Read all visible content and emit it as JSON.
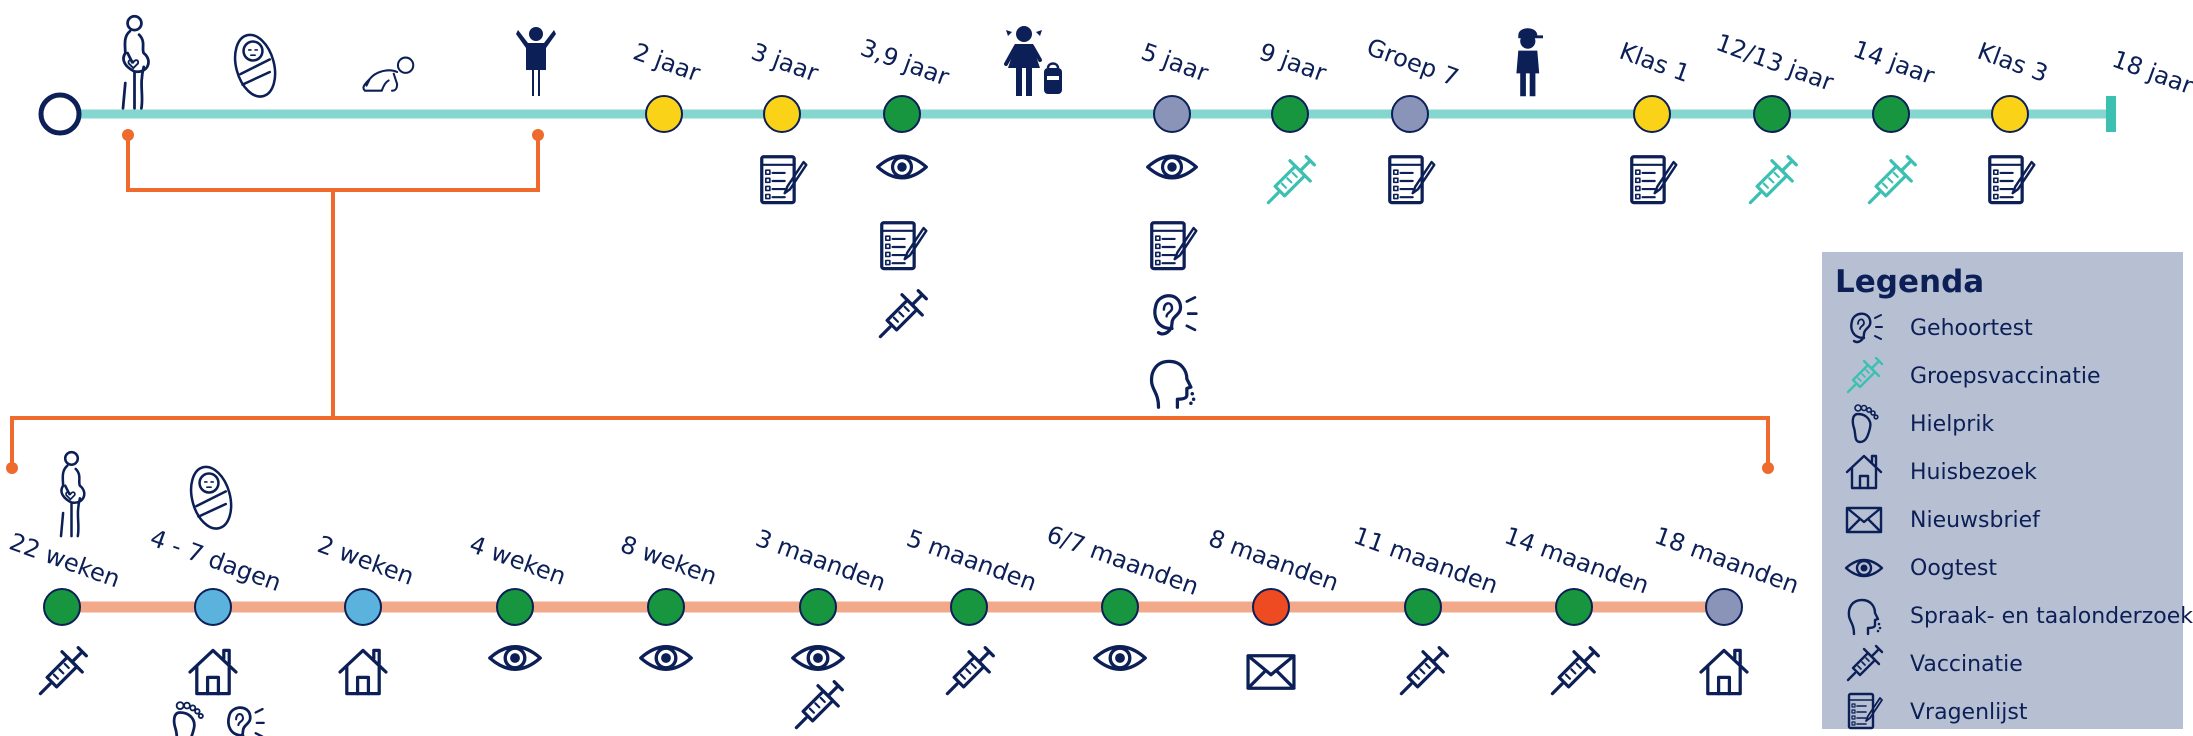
{
  "colors": {
    "navy": "#0c1f56",
    "teal_line": "#86d6d0",
    "salmon_line": "#f2a989",
    "orange_bracket": "#ee6a2d",
    "yellow": "#fad318",
    "green": "#17953f",
    "grey": "#8a94b8",
    "light_blue": "#5bb3dd",
    "red_orange": "#ee4b23",
    "group_vaccination": "#3cc0b2",
    "legend_bg": "#b7c0d3"
  },
  "top_timeline": {
    "end_label": "18 jaar",
    "figures": [
      "pregnant-woman-icon",
      "newborn-icon",
      "crawling-baby-icon",
      "toddler-icon",
      "schoolgirl-icon",
      "boy-icon"
    ],
    "milestones": [
      {
        "label": "2 jaar",
        "color": "yellow",
        "icons": []
      },
      {
        "label": "3 jaar",
        "color": "yellow",
        "icons": [
          "vragenlijst"
        ]
      },
      {
        "label": "3,9 jaar",
        "color": "green",
        "icons": [
          "oogtest",
          "vragenlijst",
          "vaccinatie"
        ]
      },
      {
        "label": "5 jaar",
        "color": "grey",
        "icons": [
          "oogtest",
          "vragenlijst",
          "gehoortest",
          "spraak"
        ]
      },
      {
        "label": "9 jaar",
        "color": "green",
        "icons": [
          "groepsvaccinatie"
        ]
      },
      {
        "label": "Groep 7",
        "color": "grey",
        "icons": [
          "vragenlijst"
        ]
      },
      {
        "label": "Klas 1",
        "color": "yellow",
        "icons": [
          "vragenlijst"
        ]
      },
      {
        "label": "12/13 jaar",
        "color": "green",
        "icons": [
          "groepsvaccinatie"
        ]
      },
      {
        "label": "14 jaar",
        "color": "green",
        "icons": [
          "groepsvaccinatie"
        ]
      },
      {
        "label": "Klas 3",
        "color": "yellow",
        "icons": [
          "vragenlijst"
        ]
      }
    ]
  },
  "bottom_timeline": {
    "figures": [
      "pregnant-woman-icon",
      "newborn-icon"
    ],
    "milestones": [
      {
        "label": "22 weken",
        "color": "green",
        "icons": [
          "vaccinatie"
        ]
      },
      {
        "label": "4 - 7 dagen",
        "color": "light_blue",
        "icons": [
          "huisbezoek",
          "hielprik",
          "gehoortest"
        ]
      },
      {
        "label": "2 weken",
        "color": "light_blue",
        "icons": [
          "huisbezoek"
        ]
      },
      {
        "label": "4 weken",
        "color": "green",
        "icons": [
          "oogtest"
        ]
      },
      {
        "label": "8 weken",
        "color": "green",
        "icons": [
          "oogtest"
        ]
      },
      {
        "label": "3 maanden",
        "color": "green",
        "icons": [
          "oogtest",
          "vaccinatie"
        ]
      },
      {
        "label": "5 maanden",
        "color": "green",
        "icons": [
          "vaccinatie"
        ]
      },
      {
        "label": "6/7 maanden",
        "color": "green",
        "icons": [
          "oogtest"
        ]
      },
      {
        "label": "8 maanden",
        "color": "red_orange",
        "icons": [
          "nieuwsbrief"
        ]
      },
      {
        "label": "11 maanden",
        "color": "green",
        "icons": [
          "vaccinatie"
        ]
      },
      {
        "label": "14 maanden",
        "color": "green",
        "icons": [
          "vaccinatie"
        ]
      },
      {
        "label": "18 maanden",
        "color": "grey",
        "icons": [
          "huisbezoek"
        ]
      }
    ]
  },
  "legend": {
    "title": "Legenda",
    "items": [
      {
        "label": "Gehoortest",
        "icon": "gehoortest"
      },
      {
        "label": "Groepsvaccinatie",
        "icon": "groepsvaccinatie"
      },
      {
        "label": "Hielprik",
        "icon": "hielprik"
      },
      {
        "label": "Huisbezoek",
        "icon": "huisbezoek"
      },
      {
        "label": "Nieuwsbrief",
        "icon": "nieuwsbrief"
      },
      {
        "label": "Oogtest",
        "icon": "oogtest"
      },
      {
        "label": "Spraak- en taalonderzoek",
        "icon": "spraak"
      },
      {
        "label": "Vaccinatie",
        "icon": "vaccinatie"
      },
      {
        "label": "Vragenlijst",
        "icon": "vragenlijst"
      }
    ]
  }
}
